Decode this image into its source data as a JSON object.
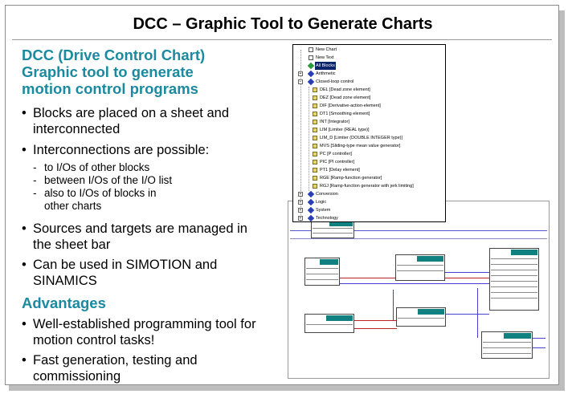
{
  "title": "DCC – Graphic Tool to Generate Charts",
  "heading1": [
    "DCC (Drive Control Chart)",
    "Graphic tool to generate",
    "motion control programs"
  ],
  "bullets": [
    [
      "Blocks are placed on a sheet and",
      "interconnected"
    ],
    [
      "Interconnections are possible:"
    ],
    [
      "Sources and targets are managed in",
      "the sheet bar"
    ],
    [
      "Can be used in SIMOTION and",
      "SINAMICS"
    ]
  ],
  "subitems": [
    "to I/Os of other blocks",
    "between I/Os of the I/O list",
    "also to I/Os of blocks in",
    "other charts"
  ],
  "heading2": "Advantages",
  "adv_bullets": [
    [
      "Well-established programming tool for",
      "motion control tasks!"
    ],
    [
      "Fast generation, testing and",
      "commissioning"
    ]
  ],
  "tree": {
    "top": [
      "New Chart",
      "New Text",
      "All Blocks",
      "Arithmetic",
      "Closed-loop control"
    ],
    "closed_loop": [
      "DEL [Dead zone element]",
      "DEZ [Dead zone element]",
      "DIF [Derivative-action-element]",
      "DT1 [Smoothing element]",
      "INT [Integrator]",
      "LIM [Limiter (REAL type)]",
      "LIM_D [Limiter (DOUBLE INTEGER type)]",
      "MVS [Sliding-type mean value generator]",
      "PC [P controller]",
      "PIC [PI controller]",
      "PT1 [Delay element]",
      "RGE [Ramp-function generator]",
      "RGJ [Ramp-function generator with jerk limiting]"
    ],
    "bottom": [
      "Conversion",
      "Logic",
      "System",
      "Technology"
    ]
  },
  "colors": {
    "heading": "#1b8aa0",
    "block_header": "#118080",
    "selection": "#0a246a"
  }
}
